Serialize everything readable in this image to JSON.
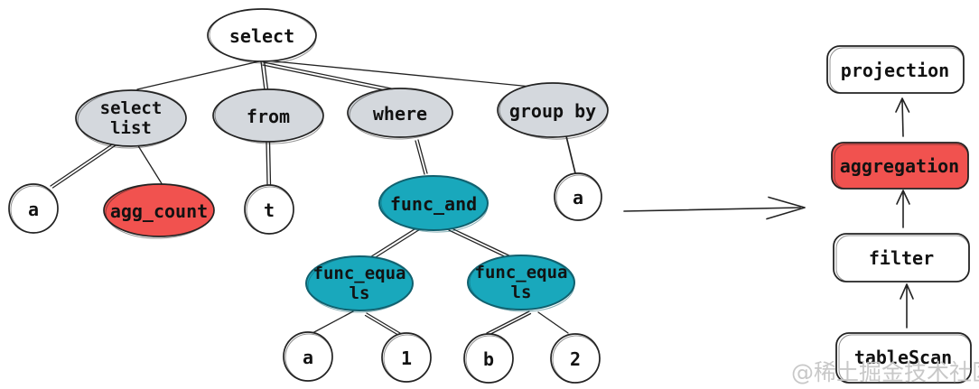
{
  "ast_nodes": [
    {
      "id": "select",
      "label": "select"
    },
    {
      "id": "select-list",
      "label": "select list",
      "line1": "select",
      "line2": "list"
    },
    {
      "id": "from",
      "label": "from"
    },
    {
      "id": "where",
      "label": "where"
    },
    {
      "id": "group-by",
      "label": "group by"
    },
    {
      "id": "a-under-selectlist",
      "label": "a"
    },
    {
      "id": "agg-count",
      "label": "agg_count"
    },
    {
      "id": "t",
      "label": "t"
    },
    {
      "id": "func-and",
      "label": "func_and"
    },
    {
      "id": "a-under-groupby",
      "label": "a"
    },
    {
      "id": "func-equals-left",
      "label": "func_equals",
      "line1": "func_equa",
      "line2": "ls"
    },
    {
      "id": "func-equals-right",
      "label": "func_equals",
      "line1": "func_equa",
      "line2": "ls"
    },
    {
      "id": "a-leaf",
      "label": "a"
    },
    {
      "id": "one-leaf",
      "label": "1"
    },
    {
      "id": "b-leaf",
      "label": "b"
    },
    {
      "id": "two-leaf",
      "label": "2"
    }
  ],
  "plan_nodes": [
    {
      "id": "projection",
      "label": "projection",
      "highlight": false
    },
    {
      "id": "aggregation",
      "label": "aggregation",
      "highlight": true
    },
    {
      "id": "filter",
      "label": "filter",
      "highlight": false
    },
    {
      "id": "tablescan",
      "label": "tableScan",
      "highlight": false
    }
  ],
  "colors": {
    "clause_node_fill": "#d4d8dd",
    "function_node_fill": "#19a8bc",
    "highlight_fill": "#f1524f",
    "leaf_node_fill": "#ffffff",
    "stroke": "#232323",
    "watermark_gray": "#c6c6c6"
  },
  "watermark": {
    "text": "@稀土掘金技术社区"
  }
}
